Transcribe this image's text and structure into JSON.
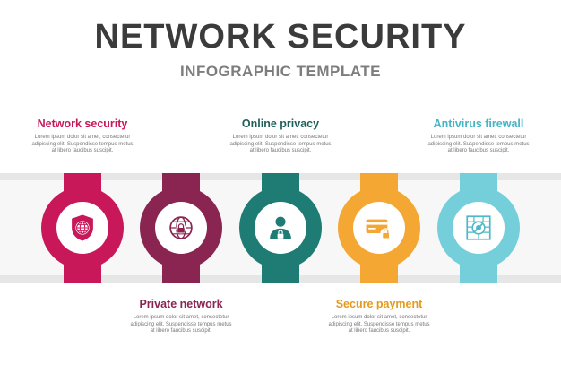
{
  "header": {
    "title": "NETWORK SECURITY",
    "subtitle": "INFOGRAPHIC TEMPLATE"
  },
  "colors": {
    "band": "#e6e6e6",
    "item1": "#c8185a",
    "item2": "#8a2450",
    "item3": "#1e7c75",
    "item4": "#f4a733",
    "item5": "#74cfdb"
  },
  "items": [
    {
      "title": "Network security",
      "icon": "shield-globe-icon",
      "text": [
        "Lorem ipsum dolor sit amet, consectetur",
        "adipiscing elit. Suspendisse tempus metus",
        "at libero faucibus suscipit."
      ]
    },
    {
      "title": "Private network",
      "icon": "globe-lock-icon",
      "text": [
        "Lorem ipsum dolor sit amet, consectetur",
        "adipiscing elit. Suspendisse tempus metus",
        "at libero faucibus suscipit."
      ]
    },
    {
      "title": "Online privacy",
      "icon": "user-lock-icon",
      "text": [
        "Lorem ipsum dolor sit amet, consectetur",
        "adipiscing elit. Suspendisse tempus metus",
        "at libero faucibus suscipit."
      ]
    },
    {
      "title": "Secure payment",
      "icon": "credit-card-lock-icon",
      "text": [
        "Lorem ipsum dolor sit amet, consectetur",
        "adipiscing elit. Suspendisse tempus metus",
        "at libero faucibus suscipit."
      ]
    },
    {
      "title": "Antivirus firewall",
      "icon": "firewall-virus-icon",
      "text": [
        "Lorem ipsum dolor sit amet, consectetur",
        "adipiscing elit. Suspendisse tempus metus",
        "at libero faucibus suscipit."
      ]
    }
  ]
}
